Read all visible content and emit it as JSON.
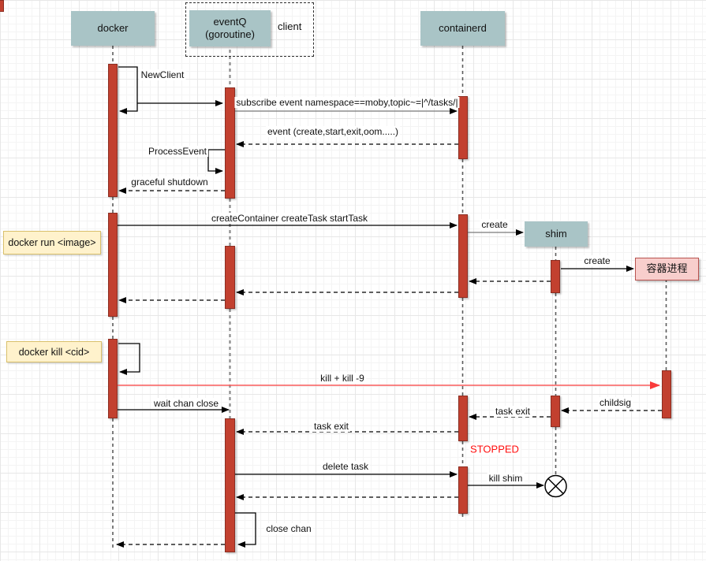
{
  "diagram": {
    "title_hint": "docker / containerd sequence diagram",
    "actors": {
      "docker": "docker",
      "eventq_line1": "eventQ",
      "eventq_line2": "(goroutine)",
      "client_group": "client",
      "containerd": "containerd",
      "shim": "shim",
      "container_process": "容器进程"
    },
    "notes": {
      "docker_run": "docker run <image>",
      "docker_kill": "docker kill <cid>"
    },
    "messages": {
      "new_client": "NewClient",
      "subscribe": "subscribe event  namespace==moby,topic~=|^/tasks/|",
      "event": "event (create,start,exit,oom.....)",
      "process_event": "ProcessEvent",
      "graceful_shutdown": "graceful shutdown",
      "create_container": "createContainer createTask startTask",
      "create_shim": "create",
      "create_process": "create",
      "kill_signal": "kill + kill -9",
      "wait_chan_close": "wait chan close",
      "childsig": "childsig",
      "task_exit_shim": "task exit",
      "task_exit_eventq": "task exit",
      "stopped": "STOPPED",
      "delete_task": "delete task",
      "kill_shim": "kill shim",
      "close_chan": "close chan"
    },
    "colors": {
      "activation_fill": "#c2402f",
      "activation_border": "#8c2e22",
      "actor_fill": "#a9c4c6",
      "note_fill": "#fff2cc",
      "note_border": "#d9c06b",
      "process_fill": "#f8cecc",
      "process_border": "#b85450",
      "kill_arrow": "#ff4242",
      "stopped_text": "#ff0d0d"
    }
  }
}
